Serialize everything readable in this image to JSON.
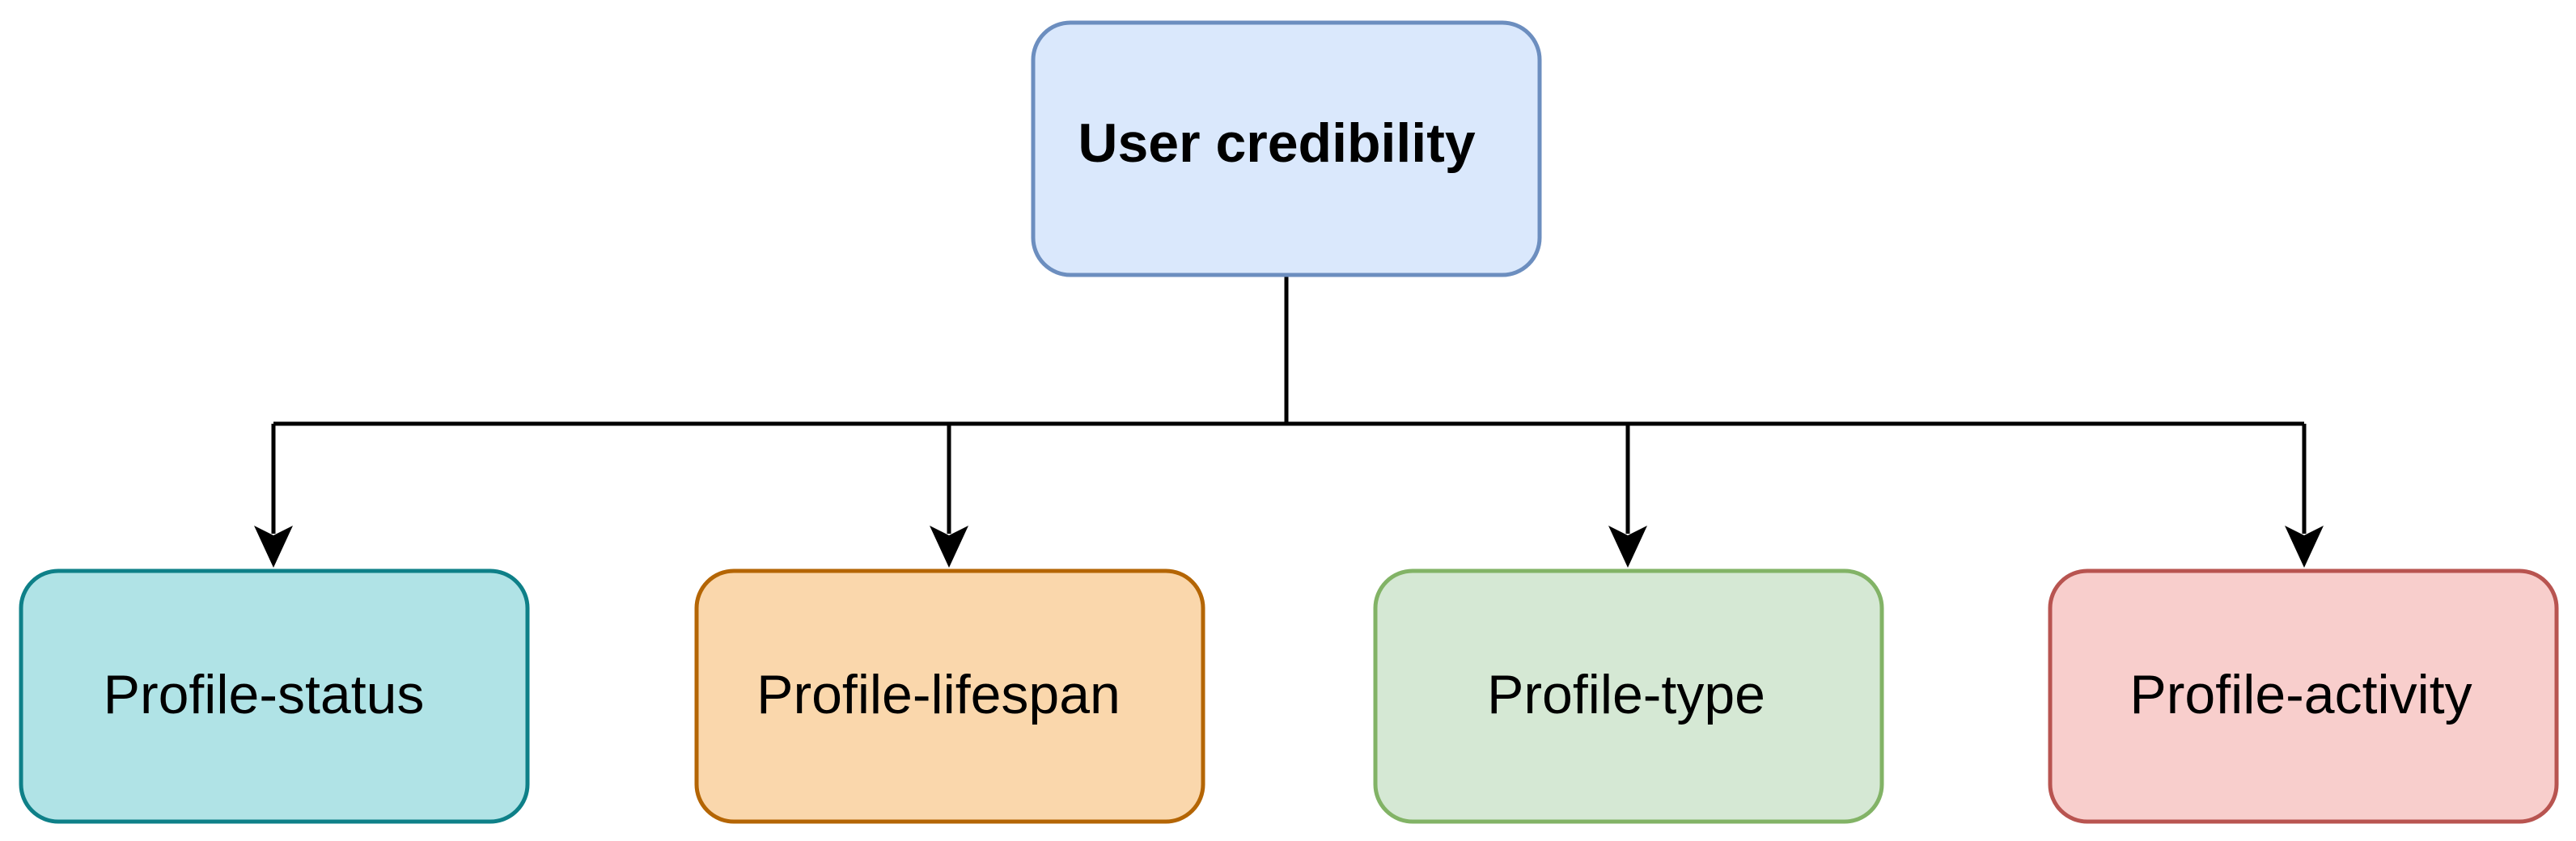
{
  "root": {
    "label": "User credibility",
    "fill": "#dae8fc",
    "stroke": "#6c8ebf"
  },
  "children": [
    {
      "label": "Profile-status",
      "fill": "#b0e3e6",
      "stroke": "#0e8088"
    },
    {
      "label": "Profile-lifespan",
      "fill": "#fad7ac",
      "stroke": "#b46504"
    },
    {
      "label": "Profile-type",
      "fill": "#d5e8d4",
      "stroke": "#82b366"
    },
    {
      "label": "Profile-activity",
      "fill": "#f8cecc",
      "stroke": "#b85450"
    }
  ],
  "edge_color": "#000000"
}
